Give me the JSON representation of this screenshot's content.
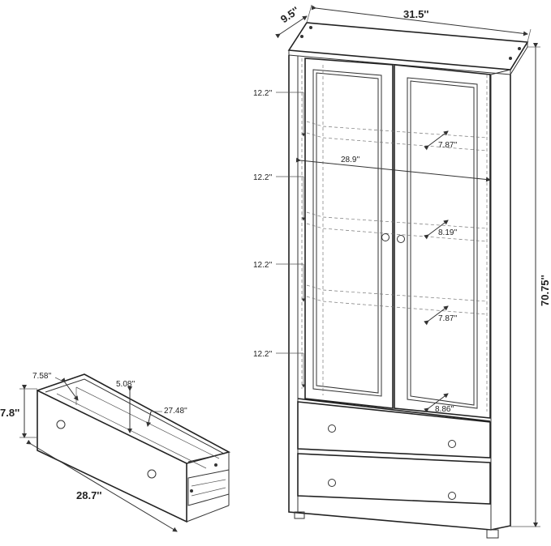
{
  "cabinet": {
    "depth": "9.5''",
    "width": "31.5''",
    "height": "70.75''",
    "shelf_spacing": [
      "12.2''",
      "12.2''",
      "12.2''",
      "12.2''"
    ],
    "inner_width": "28.9''",
    "shelf_depths": [
      "7.87''",
      "8.19''",
      "7.87''"
    ],
    "bottom_depth": "8.86''"
  },
  "drawer": {
    "depth": "7.58''",
    "inner_height": "5.08''",
    "inner_width": "27.48''",
    "height": "7.8''",
    "width": "28.7''"
  }
}
